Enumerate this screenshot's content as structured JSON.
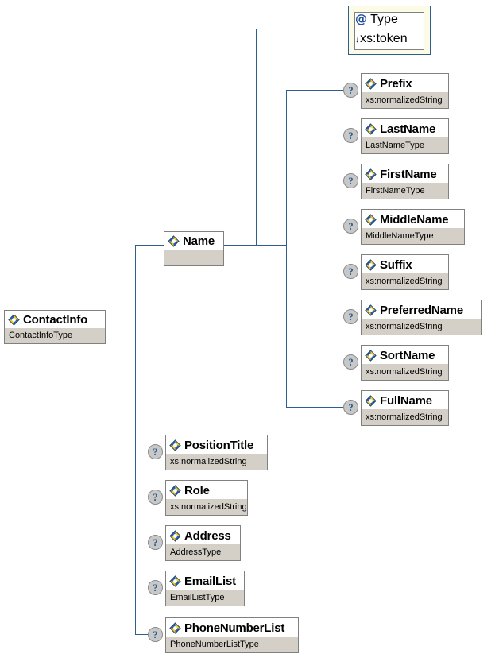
{
  "diagram": {
    "kind": "xml-schema-tree",
    "title": "ContactInfo schema diagram",
    "colors": {
      "connector": "#2c5f8e",
      "type_band": "#d4d0c8",
      "attribute_frame": "#fcfbe8",
      "attribute_border": "#2c5f8e",
      "node_border": "#808080",
      "marker_fill": "#c8c8c8",
      "marker_text": "#2c5f8e"
    },
    "root": {
      "name": "ContactInfo",
      "type": "ContactInfoType",
      "icon": "element-icon",
      "occurrence": null
    },
    "name_node": {
      "name": "Name",
      "type": "",
      "icon": "element-icon",
      "occurrence": null
    },
    "attribute": {
      "name": "Type",
      "type": "xs:token",
      "icon": "attribute-at-icon",
      "type_prefix_icon": "down-arrow-icon"
    },
    "name_children": [
      {
        "name": "Prefix",
        "type": "xs:normalizedString",
        "icon": "element-icon",
        "occurrence": "?"
      },
      {
        "name": "LastName",
        "type": "LastNameType",
        "icon": "element-icon",
        "occurrence": "?"
      },
      {
        "name": "FirstName",
        "type": "FirstNameType",
        "icon": "element-icon",
        "occurrence": "?"
      },
      {
        "name": "MiddleName",
        "type": "MiddleNameType",
        "icon": "element-icon",
        "occurrence": "?"
      },
      {
        "name": "Suffix",
        "type": "xs:normalizedString",
        "icon": "element-icon",
        "occurrence": "?"
      },
      {
        "name": "PreferredName",
        "type": "xs:normalizedString",
        "icon": "element-icon",
        "occurrence": "?"
      },
      {
        "name": "SortName",
        "type": "xs:normalizedString",
        "icon": "element-icon",
        "occurrence": "?"
      },
      {
        "name": "FullName",
        "type": "xs:normalizedString",
        "icon": "element-icon",
        "occurrence": "?"
      }
    ],
    "root_children": [
      {
        "name": "PositionTitle",
        "type": "xs:normalizedString",
        "icon": "element-icon",
        "occurrence": "?"
      },
      {
        "name": "Role",
        "type": "xs:normalizedString",
        "icon": "element-icon",
        "occurrence": "?"
      },
      {
        "name": "Address",
        "type": "AddressType",
        "icon": "element-icon",
        "occurrence": "?"
      },
      {
        "name": "EmailList",
        "type": "EmailListType",
        "icon": "element-icon",
        "occurrence": "?"
      },
      {
        "name": "PhoneNumberList",
        "type": "PhoneNumberListType",
        "icon": "element-icon",
        "occurrence": "?"
      }
    ]
  }
}
